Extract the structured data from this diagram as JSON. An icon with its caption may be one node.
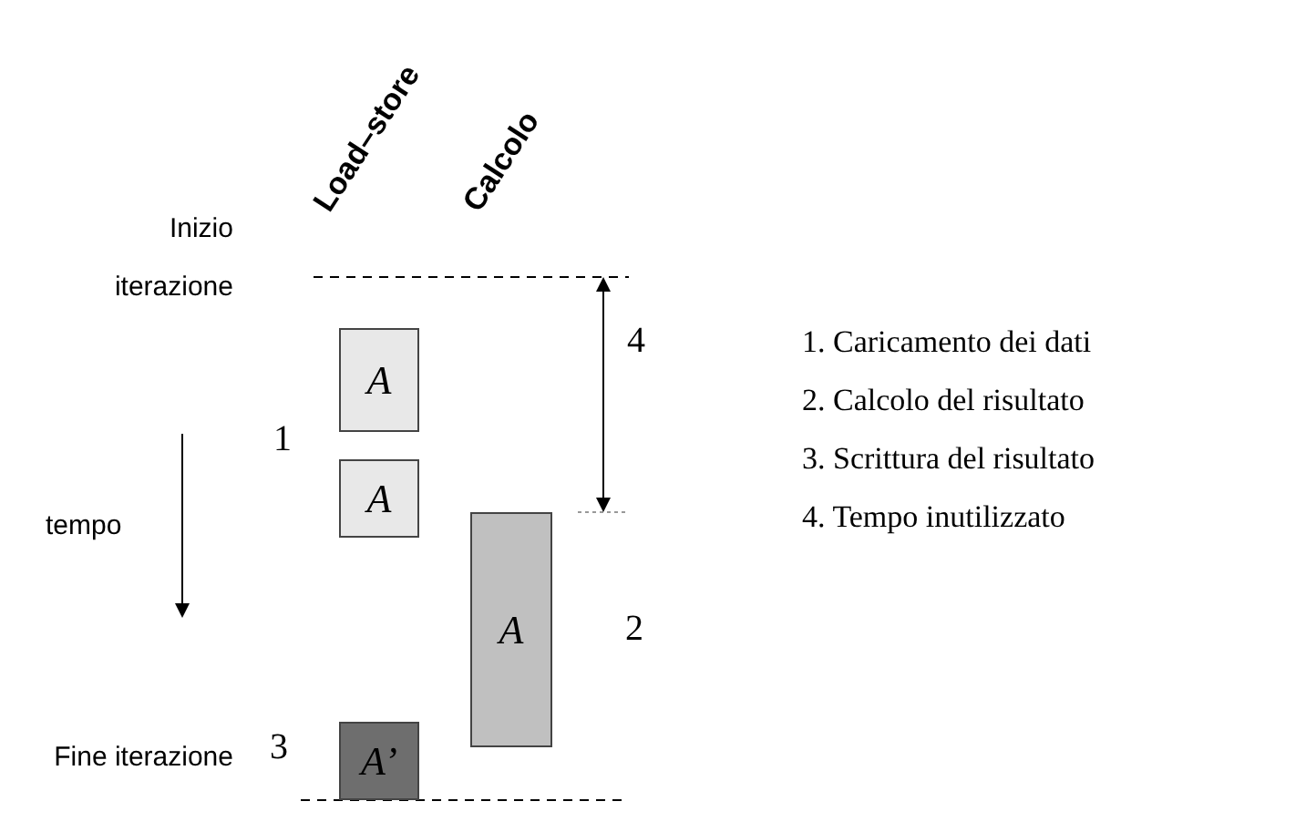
{
  "diagram": {
    "nodes": [
      {
        "text": [
          "A"
        ]
      },
      {
        "text": [
          "A"
        ]
      },
      {
        "text": [
          "A"
        ]
      },
      {
        "text": [
          "A’"
        ]
      }
    ],
    "edges": [],
    "labels": [
      "Load–store",
      "Calcolo",
      "Inizio iterazione",
      "4",
      "1",
      "tempo",
      "2",
      "3",
      "Fine iterazione",
      "1. Caricamento dei dati",
      "2. Calcolo del risultato",
      "3. Scrittura del risultato",
      "4. Tempo inutilizzato"
    ]
  }
}
